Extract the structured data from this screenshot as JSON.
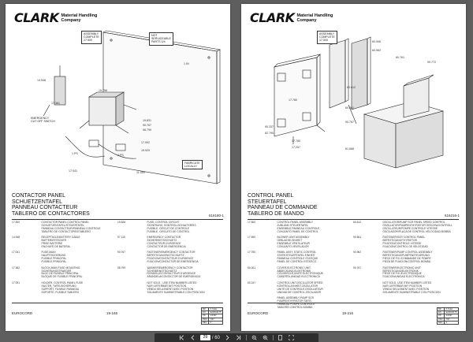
{
  "brand": {
    "name": "CLARK",
    "sub_line1": "Material Handling",
    "sub_line2": "Company"
  },
  "left_page": {
    "title_lines": [
      "CONTACTOR PANEL",
      "SCHUETZENTAFEL",
      "PANNEAU CONTACTEUR",
      "TABLERO DE CONTACTORES"
    ],
    "figure_code": "616180-1",
    "notes": {
      "assembly": [
        "ASSEMBLY",
        "COMPLETE",
        "17.500"
      ],
      "not_serviceable": [
        "NOT",
        "SERVICEABLE",
        "PARTS 1/4"
      ],
      "emergency": [
        "EMERGENCY",
        "CUT OFF SWITCH"
      ],
      "fabricate": [
        "FABRICATE",
        "LOCALLY"
      ]
    },
    "callouts": [
      "14.948",
      "17.361",
      "1 PS",
      "2 PS",
      "17.041",
      "19.831",
      "90.767",
      "98.799",
      "17.592",
      "19.920",
      "11.059",
      "15.758",
      "1 IN"
    ],
    "parts": [
      {
        "no": "17.500",
        "desc": "CONTACTOR PANEL,CONTROL PANEL\nSCHUETZENTAFEL/STEUERTAFEL\nPANNEAU CONTACTEUR/PANNEAU CONTROLE\nTABLERO DE CONTACTORES/TABLERO",
        "no2": "19.826",
        "desc2": "FUSE, CONTROL CIRCUIT\nSICHERUNG, KONTROLLSCHALTKREIS\nFUSIBLE, CIRCUIT DE CONTROLE\nFUSIBLE, CIRCUITO DE CONTROL"
      },
      {
        "no": "14.948",
        "desc": "RECEPTACLE/BATTERY CABLE\nBATTERIESTECKER\nPRISE BATTERIE\nENCHUFE DE BATERIA",
        "no2": "97.115",
        "desc2": "EMERGENCY CONTACTOR\nSICHERHEITSSCHUETZ\nCONTACTEUR D'URGENCE\nCONTACTOR DE EMERGENCIA"
      },
      {
        "no": "17.041",
        "desc": "FUSE,MAIN\nHAUPTSICHERUNG\nFUSIBLE PRINCIPAL\nFUSIBLE PRINCIPAL",
        "no2": "90.767",
        "desc2": "FASTENER/EMERGENCY CONTACTOR\nBEFESTIGUNG/NOTSCHUETZ\nFIXATION/CONTACTEUR D'URGENCE\nFIJACION/CONTACTOR DE EMERGENCIA"
      },
      {
        "no": "17.362",
        "desc": "BLOCK,MAIN FUSE MOUNTING\nSICHERUNGSTRAEGER\nBLOC DE FUSIBLE PRINCIPAL\nBLOQUE DE FUSIBLE PRINCIPAL",
        "no2": "98.799",
        "desc2": "WASHER/EMERGENCY CONTACTOR\nSCHEIBE/NOTSCHUETZ\nRONDELLE/CONTACTEUR D'URGENCE\nARANDELA/CONTACTOR DE EMERGENCIA"
      },
      {
        "no": "17.091",
        "desc": "HOLDER, CONTROL PANEL FUSE\nHALTER, TAFELSICHERUNG\nSUPPORT, FUSIBLE PANNEAU\nSOPORTE, FUSIBLE TABLERO",
        "no2": "",
        "desc2": "NOT SOLD - USE ITEM NUMBER LISTED\nNUR LIEFERBAR MIT POSITION\nVENDU SEULEMENT AVEC POSITION\nSOLAMENTE SUMINISTRABLE CON POSICION"
      }
    ],
    "footer": {
      "brand": "EUROCORD",
      "page": "19-165",
      "box": [
        [
          "BR",
          "K.Tekel"
        ],
        [
          "EN",
          "EA00A0175"
        ],
        [
          "PR",
          "2/1997"
        ],
        [
          "PRO",
          "7/97"
        ],
        [
          "REV",
          "0"
        ]
      ]
    }
  },
  "right_page": {
    "title_lines": [
      "CONTROL PANEL",
      "STEUERTAFEL",
      "PANNEAU DE COMMANDE",
      "TABLERO DE MANDO"
    ],
    "figure_code": "616216-1",
    "notes": {
      "assembly": [
        "ASSEMBLY",
        "COMPLETE",
        "17.500"
      ]
    },
    "callouts": [
      "60.906",
      "60.962",
      "60.761",
      "90.772",
      "90.337",
      "82.795",
      "17.780",
      "17.257",
      "60.612",
      "60.561",
      "90.767",
      "81.668",
      "17.780"
    ],
    "parts": [
      {
        "no": "17.500",
        "desc": "CONTROL PANEL ASSEMBLY\nZUBLAND STEUERTAFEL\nENSEMBLE PANNEAU CONTROLE\nCONJUNTO PANEL DE CONTROL",
        "no2": "60.612",
        "desc2": "OSCILLATOR/PUMP SCR PANEL SPEED CONTROL\nOSZILLATOR/PUMPENTHYRISTOR GESCHW.KONTROLL\nOSCILLATEUR/POMPE CONTROLE VITESSE\nOSCILADOR/PLACA DE CONTROL VELOCIDAD BOMBA"
      },
      {
        "no": "17.690",
        "desc": "BLOWER UNIT ASSEMBLY\nGEBLAESE-EINHEIT\nENSEMBLE VENTILATEUR\nCONJUNTO VENTILADOR",
        "no2": "90.561",
        "desc2": "FASTENER/SCR CONTROL PANEL\nBEFESTIGUNG/THYRISTOR\nFIXATION/CONTROLE VITESSE\nFIJACION/CONTROL DE VELOCIDAD"
      },
      {
        "no": "17.750",
        "desc": "PANEL ASSY, STATIC CONTROL\nSTATIKSTEUERTAFEL EINHEIT\nPANNEAU CONTROLE STATIQUE\nPANEL DE CONTROL ESTATICO",
        "no2": "90.962",
        "desc2": "FASTENER/PUMP CONTROL ASSEMBLY\nBEFESTIGUNG/PUMPENSTEUERUNG\nPIECE DE FIX./COMMANDE DE POMPE\nPIEZA DE FIJACION/CONTROL BOMBA"
      },
      {
        "no": "60.001",
        "desc": "COVER,ELECTRONIC UNIT\nABDECKUNG,ELEKTRONIK\nCOUVERCLE,UNITE ELECTRONIQUE\nCUBIERTA,UNIDAD ELECTRONICA",
        "no2": "90.767",
        "desc2": "FASTENER/ELECTRONIC UNIT\nBEFESTIGUNG/ELEKTRONIK\nPIECE DE FIX./ELECTRONIQUE\nFIJACION/UNIDAD ELECTRONICA"
      },
      {
        "no": "60.247",
        "desc": "CONTROL UNIT,OSCILLATOR SPEED\nKONTROLLEINHEIT,OSZILLATOR\nUNITE DE CONTROLE,OSCILLATEUR\nUNIDAD DE CONTROL,OSCILADOR",
        "no2": "",
        "desc2": "NOT SOLD, USE ITEM NUMBER LISTED\nNUR LIEFERBAR MIT POSITION\nVENDU SEULEMENT AVEC POSITION\nSOLAMENTE SUMINISTRABLE CON POSICION"
      },
      {
        "no": "",
        "desc": "PANEL ASSEMBLY,PUMP SCR\nPUMPENTHYRISTOR TAFEL\nPANNEAU POMPE CONTROLE\nTABLERO CONTROL BOMBA",
        "no2": "",
        "desc2": ""
      }
    ],
    "footer": {
      "brand": "EUROCORD",
      "page": "19-216",
      "box": [
        [
          "BR",
          "K.Tekel"
        ],
        [
          "EN",
          "EA00A0175"
        ],
        [
          "PR",
          "2/1997"
        ],
        [
          "PRO",
          "7/97"
        ],
        [
          "REV",
          "0"
        ]
      ]
    }
  },
  "toolbar": {
    "current_page": "29",
    "total_pages": "/ 60"
  }
}
